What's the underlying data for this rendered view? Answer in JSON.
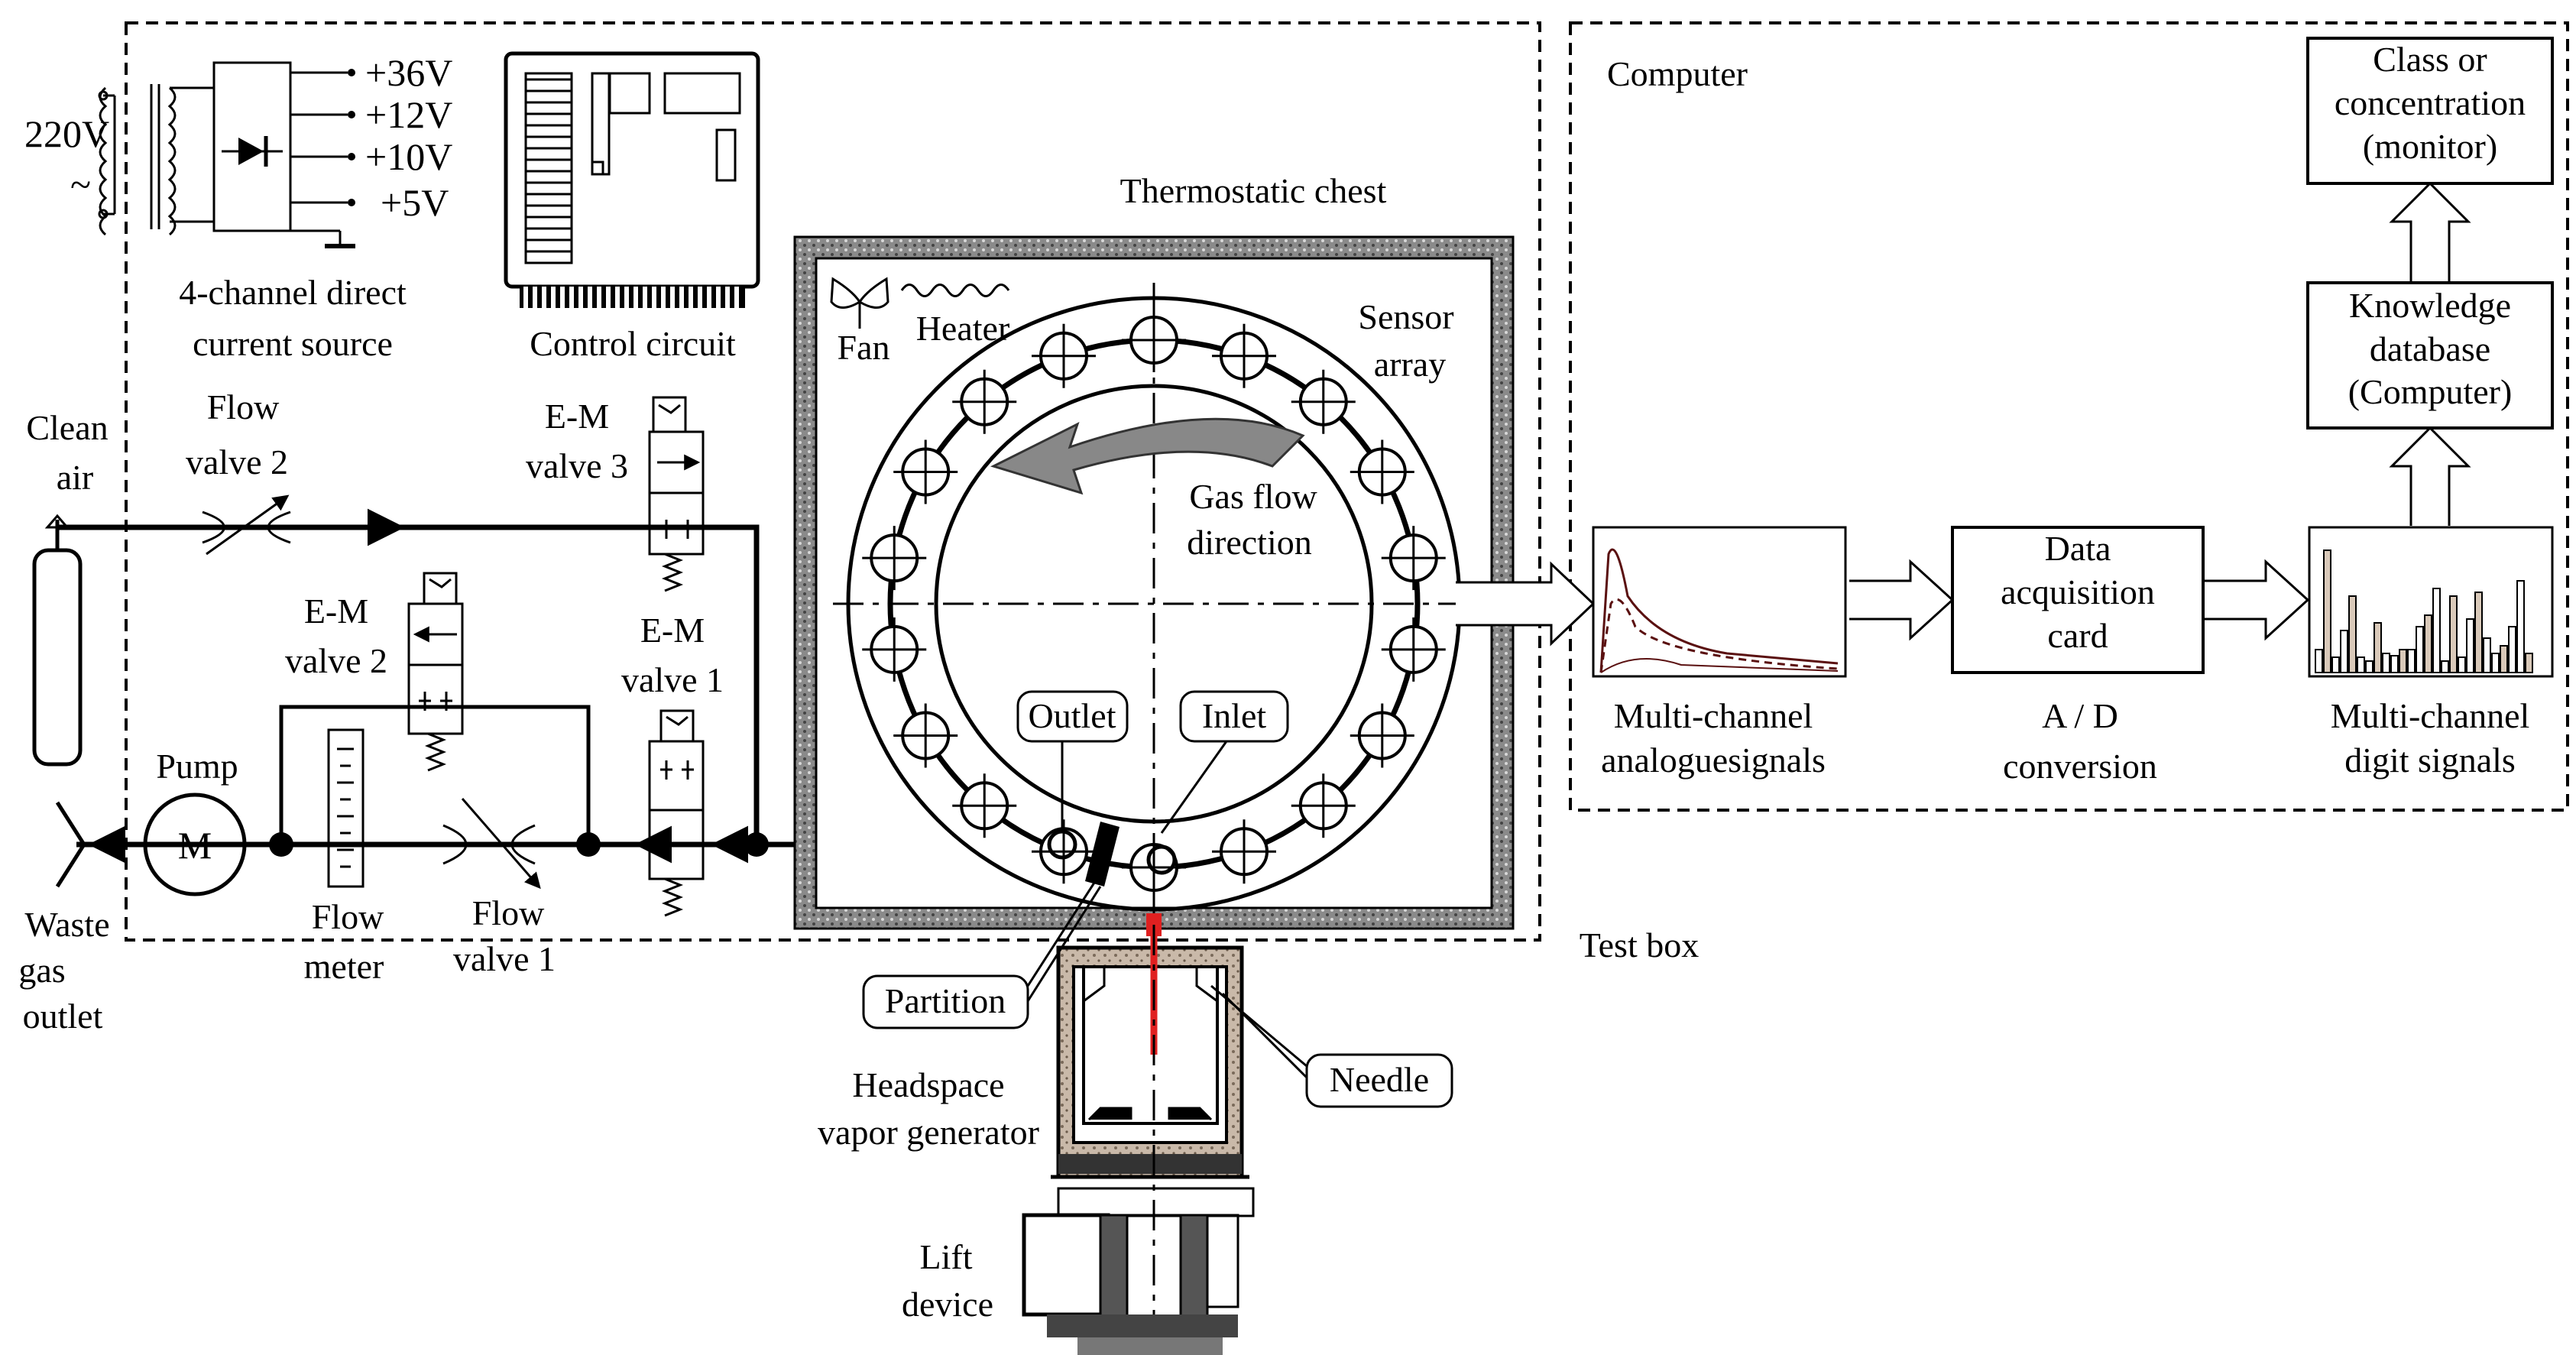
{
  "power": {
    "input": "220V",
    "ac_symbol": "~",
    "outputs": [
      "+36V",
      "+12V",
      "+10V",
      "+5V"
    ],
    "label_line1": "4-channel direct",
    "label_line2": "current source"
  },
  "control_circuit": {
    "label": "Control circuit"
  },
  "gas_path": {
    "clean_air_line1": "Clean",
    "clean_air_line2": "air",
    "flow_valve_2_line1": "Flow",
    "flow_valve_2_line2": "valve 2",
    "em_valve_3_line1": "E-M",
    "em_valve_3_line2": "valve 3",
    "em_valve_2_line1": "E-M",
    "em_valve_2_line2": "valve 2",
    "em_valve_1_line1": "E-M",
    "em_valve_1_line2": "valve 1",
    "pump_label": "Pump",
    "motor_symbol": "M",
    "waste_line1": "Waste",
    "waste_line2": "gas",
    "waste_line3": "outlet",
    "flow_meter_line1": "Flow",
    "flow_meter_line2": "meter",
    "flow_valve_1_line1": "Flow",
    "flow_valve_1_line2": "valve 1"
  },
  "chest": {
    "title": "Thermostatic chest",
    "fan": "Fan",
    "heater": "Heater",
    "sensor_line1": "Sensor",
    "sensor_line2": "array",
    "gas_flow_line1": "Gas flow",
    "gas_flow_line2": "direction",
    "outlet": "Outlet",
    "inlet": "Inlet"
  },
  "test_box_label": "Test box",
  "lower": {
    "partition": "Partition",
    "needle": "Needle",
    "headspace_line1": "Headspace",
    "headspace_line2": "vapor generator",
    "lift_line1": "Lift",
    "lift_line2": "device"
  },
  "computer": {
    "title": "Computer",
    "analog_line1": "Multi-channel",
    "analog_line2": "analoguesignals",
    "daq_line1": "Data",
    "daq_line2": "acquisition",
    "daq_line3": "card",
    "ad_line1": "A / D",
    "ad_line2": "conversion",
    "digit_line1": "Multi-channel",
    "digit_line2": "digit signals",
    "kb_line1": "Knowledge",
    "kb_line2": "database",
    "kb_line3": "(Computer)",
    "class_line1": "Class or",
    "class_line2": "concentration",
    "class_line3": "(monitor)"
  },
  "colors": {
    "needle": "#e02020",
    "wall": "#777777"
  }
}
